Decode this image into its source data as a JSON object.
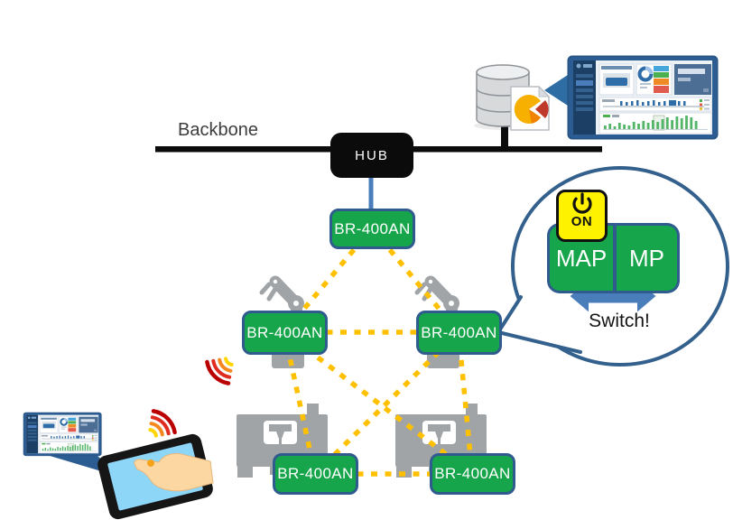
{
  "backbone": {
    "label": "Backbone"
  },
  "hub": {
    "label": "HUB"
  },
  "nodes": [
    {
      "label": "BR-400AN"
    },
    {
      "label": "BR-400AN"
    },
    {
      "label": "BR-400AN"
    },
    {
      "label": "BR-400AN"
    },
    {
      "label": "BR-400AN"
    }
  ],
  "callout": {
    "power_label": "ON",
    "map_label": "MAP",
    "mp_label": "MP",
    "switch_label": "Switch!"
  },
  "icons": {
    "power-on-icon": "power symbol in yellow square",
    "wifi-signal-icon": "radiating arcs (red/orange/yellow)",
    "database-icon": "stacked gray cylinder",
    "pie-chart-document-icon": "document page with pie chart",
    "robot-arm-icon": "industrial robot arm",
    "cnc-machine-icon": "machine tool with spindle window",
    "dashboard-monitor-icon": "monitor showing analytics dashboard",
    "tablet-touch-icon": "tablet with touching hand",
    "switch-arrow-icon": "blue double-headed arrow",
    "data-flow-arrow-icon": "blue arrow from monitor to database"
  },
  "colors": {
    "node_green": "#17A54B",
    "node_border_blue": "#2F5B8E",
    "mesh_dotted_yellow": "#FFC000",
    "connector_blue": "#4A7EBB",
    "bubble_border_blue": "#33608C",
    "power_yellow": "#FFF200",
    "backbone_black": "#0B0B0B",
    "wifi_dark_red": "#BB0000",
    "wifi_orange": "#F6881F",
    "wifi_yellow": "#FFD400",
    "gray_equipment": "#A1A4A7",
    "monitor_frame_blue": "#2B5C92"
  }
}
